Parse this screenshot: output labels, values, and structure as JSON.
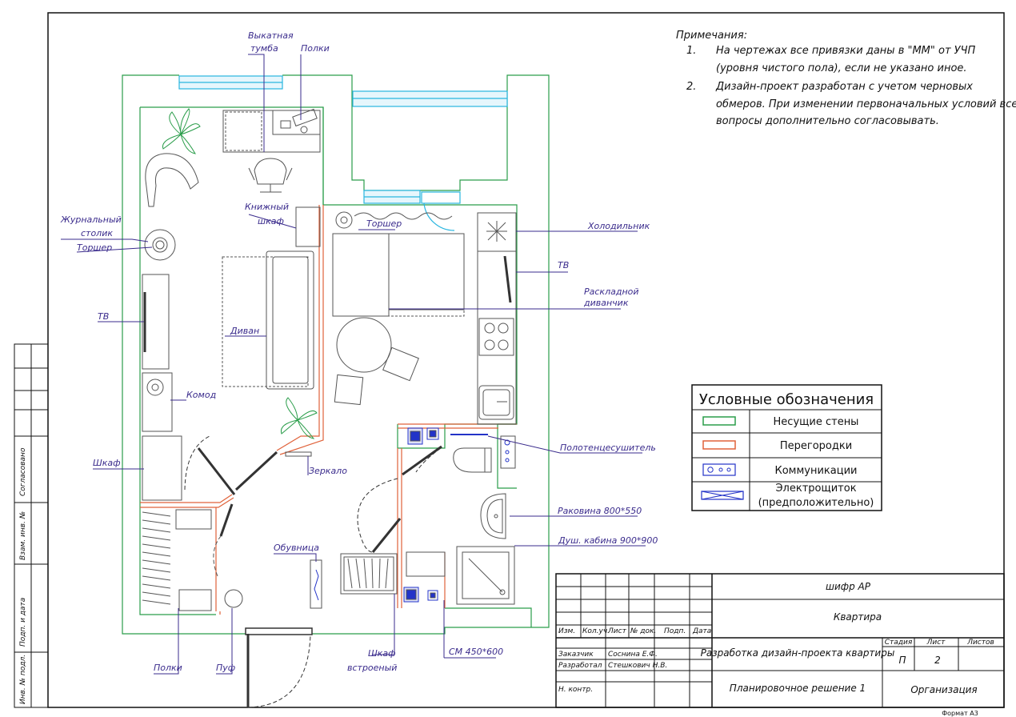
{
  "notes": {
    "title": "Примечания:",
    "items": [
      {
        "num": "1.",
        "lines": [
          "На чертежах все привязки даны в \"ММ\" от УЧП",
          "(уровня чистого пола), если не указано иное."
        ]
      },
      {
        "num": "2.",
        "lines": [
          "Дизайн-проект разработан с учетом черновых",
          "обмеров. При изменении первоначальных условий все",
          "вопросы дополнительно согласовывать."
        ]
      }
    ]
  },
  "legend": {
    "title": "Условные обозначения",
    "items": [
      {
        "label": "Несущие стены",
        "color": "#2a9d4a"
      },
      {
        "label": "Перегородки",
        "color": "#e0623a"
      },
      {
        "label": "Коммуникации",
        "color": "#2333c8"
      },
      {
        "label_lines": [
          "Электрощиток",
          "(предположительно)"
        ],
        "color": "#2333c8"
      }
    ]
  },
  "labels": {
    "vykatnaya1": "Выкатная",
    "vykatnaya2": "тумба",
    "polki_top": "Полки",
    "zhurnalny1": "Журнальный",
    "zhurnalny2": "столик",
    "torsher_left": "Торшер",
    "tv_left": "ТВ",
    "knizhny1": "Книжный",
    "knizhny2": "шкаф",
    "torsher_mid": "Торшер",
    "divan": "Диван",
    "komod": "Комод",
    "shkaf_left": "Шкаф",
    "zerkalo": "Зеркало",
    "obuvnitsa": "Обувница",
    "polki_bottom": "Полки",
    "puf": "Пуф",
    "shkaf_vstr1": "Шкаф",
    "shkaf_vstr2": "встроеный",
    "sm": "СМ 450*600",
    "holodilnik": "Холодильник",
    "tv_right": "ТВ",
    "raskladnoy1": "Раскладной",
    "raskladnoy2": "диванчик",
    "polotenets": "Полотенцесушитель",
    "rakovina": "Раковина 800*550",
    "dush": "Душ. кабина 900*900"
  },
  "side_stamp": {
    "soglasovano": "Согласовано",
    "vzam": "Взам. инв. №",
    "podp": "Подп. и дата",
    "inv": "Инв. № подл."
  },
  "title_block": {
    "cipher": "шифр АР",
    "object": "Квартира",
    "header_cols": [
      "Изм.",
      "Кол.уч.",
      "Лист",
      "№ док.",
      "Подп.",
      "Дата"
    ],
    "zakazchik_role": "Заказчик",
    "zakazchik_name": "Соснина Е.Ф.",
    "razrabotal_role": "Разработал",
    "razrabotal_name": "Стешкович Н.В.",
    "n_kontr": "Н. контр.",
    "project": "Разработка дизайн-проекта квартиры",
    "stage_header": "Стадия",
    "sheet_header": "Лист",
    "sheets_header": "Листов",
    "stage": "П",
    "sheet": "2",
    "sheets": "",
    "drawing": "Планировочное решение 1",
    "org": "Организация",
    "format": "Формат А3"
  },
  "colors": {
    "wall": "#2a9d4a",
    "partition": "#e0623a",
    "comm": "#2333c8",
    "window": "#29b6e0",
    "label": "#3a2b8c",
    "furniture": "#444444"
  }
}
